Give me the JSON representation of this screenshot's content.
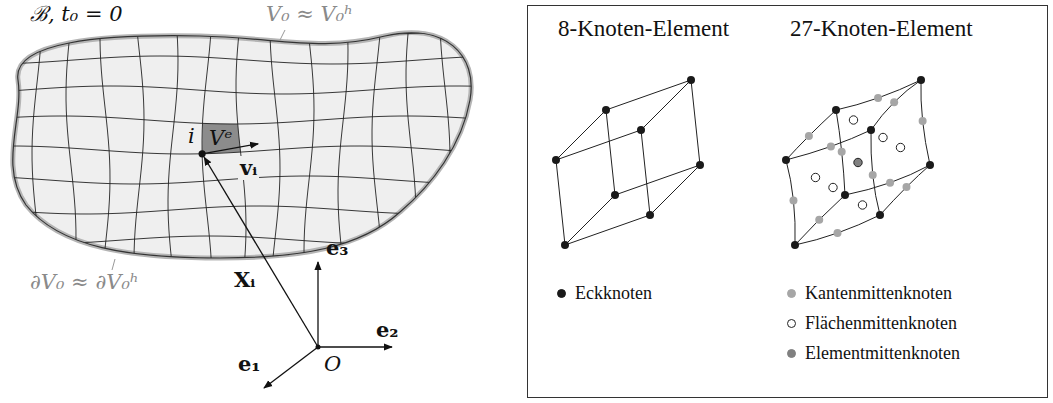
{
  "diagram": {
    "nodes": [
      {
        "text": [
          "8-Knoten-Element",
          "27-Knoten-Element"
        ]
      }
    ],
    "labels": [
      "ℬ, t₀ = 0",
      "V₀ ≈ V₀ʰ",
      "Vᵉ",
      "i",
      "vᵢ",
      "Xᵢ",
      "∂V₀ ≈ ∂V₀ʰ",
      "e₃",
      "e₂",
      "e₁",
      "O"
    ],
    "legend": [
      {
        "text": "Eckknoten",
        "color": "#1a1a1a"
      },
      {
        "text": "Kantenmittenknoten",
        "color": "#a6a6a6"
      },
      {
        "text": "Flächenmittenknoten",
        "color": "#ffffff"
      },
      {
        "text": "Elementmittenknoten",
        "color": "#808080"
      }
    ]
  }
}
